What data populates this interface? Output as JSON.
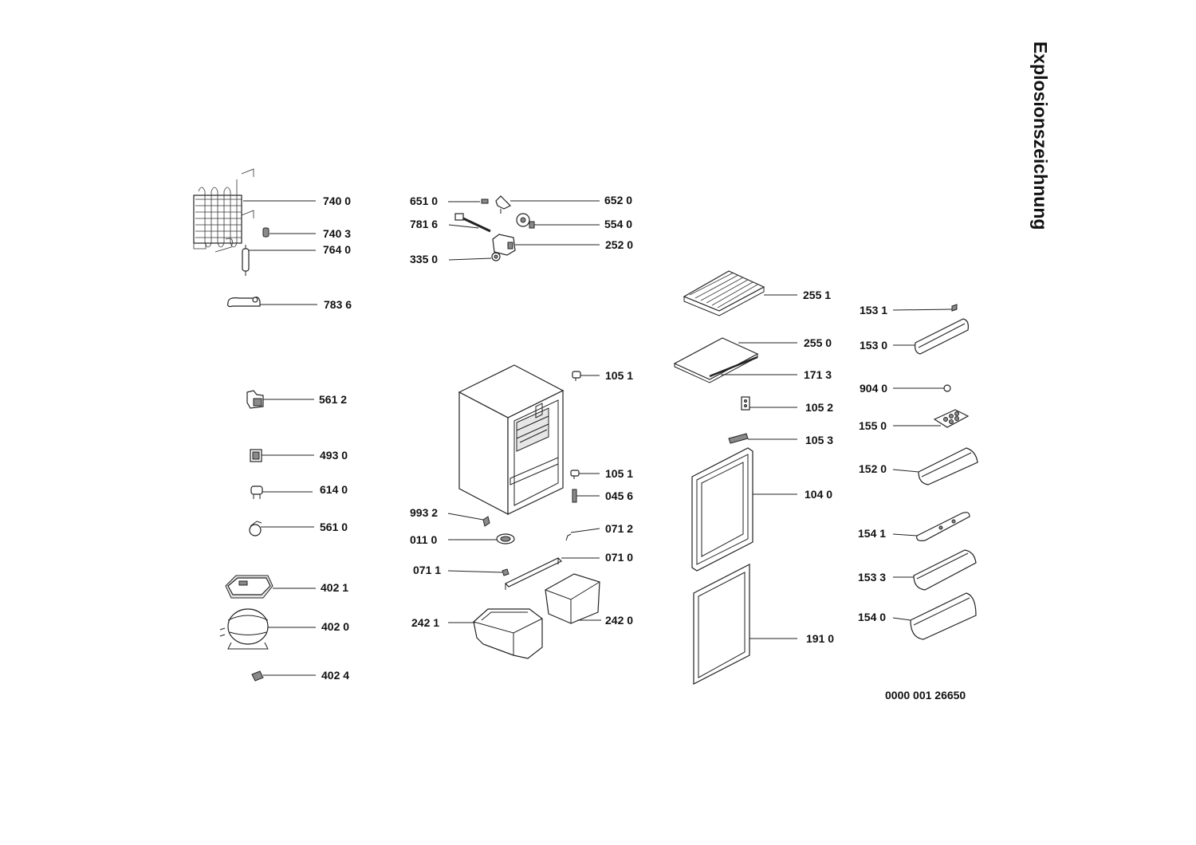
{
  "title": "Explosionszeichnung",
  "document_number": "0000 001 26650",
  "callouts": {
    "c7400": "740 0",
    "c7403": "740 3",
    "c7640": "764 0",
    "c7836": "783 6",
    "c5612": "561 2",
    "c4930": "493 0",
    "c6140": "614 0",
    "c5610": "561 0",
    "c4021": "402 1",
    "c4020": "402 0",
    "c4024": "402 4",
    "c6510": "651 0",
    "c7816": "781 6",
    "c3350": "335 0",
    "c6520": "652 0",
    "c5540": "554 0",
    "c2520": "252 0",
    "c1051a": "105 1",
    "c1051b": "105 1",
    "c0456": "045 6",
    "c9932": "993 2",
    "c0110": "011 0",
    "c0712": "071 2",
    "c0711": "071 1",
    "c0710": "071 0",
    "c2421": "242 1",
    "c2420": "242 0",
    "c2551": "255 1",
    "c2550": "255 0",
    "c1713": "171 3",
    "c1052": "105 2",
    "c1053": "105 3",
    "c1040": "104 0",
    "c1910": "191 0",
    "c1531": "153 1",
    "c1530": "153 0",
    "c9040": "904 0",
    "c1550": "155 0",
    "c1520": "152 0",
    "c1541": "154 1",
    "c1533": "153 3",
    "c1540": "154 0"
  }
}
